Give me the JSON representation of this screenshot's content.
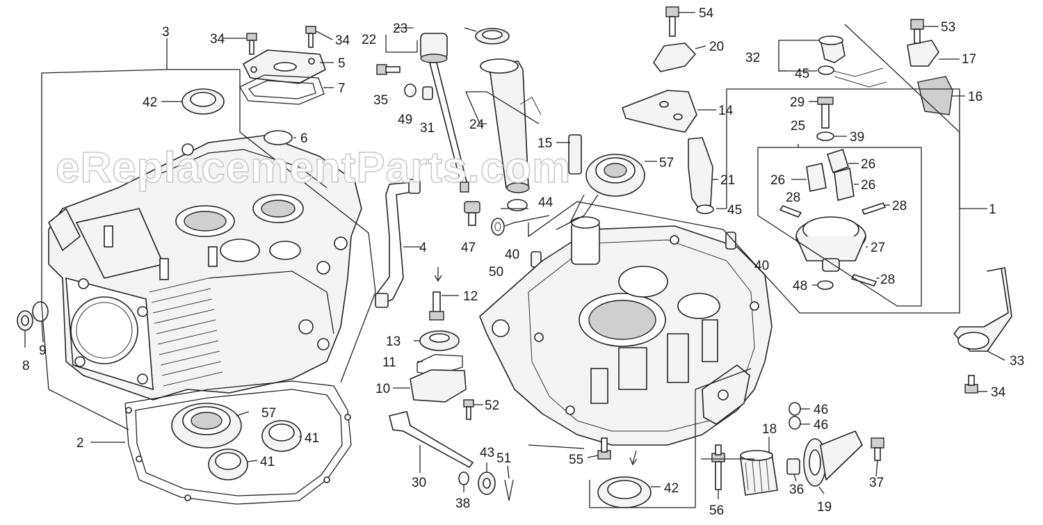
{
  "watermark": "eReplacementParts.com",
  "callouts": {
    "c1": "1",
    "c2": "2",
    "c3": "3",
    "c4": "4",
    "c5": "5",
    "c6": "6",
    "c7": "7",
    "c8": "8",
    "c9": "9",
    "c10": "10",
    "c11": "11",
    "c12": "12",
    "c13": "13",
    "c14": "14",
    "c15": "15",
    "c16": "16",
    "c17": "17",
    "c18": "18",
    "c19": "19",
    "c20": "20",
    "c21": "21",
    "c22": "22",
    "c23": "23",
    "c24": "24",
    "c25": "25",
    "c26a": "26",
    "c26b": "26",
    "c26c": "26",
    "c27": "27",
    "c28a": "28",
    "c28b": "28",
    "c28c": "28",
    "c29": "29",
    "c30": "30",
    "c31": "31",
    "c32": "32",
    "c33": "33",
    "c34a": "34",
    "c34b": "34",
    "c34c": "34",
    "c35": "35",
    "c36": "36",
    "c37": "37",
    "c38": "38",
    "c39": "39",
    "c40a": "40",
    "c40b": "40",
    "c41a": "41",
    "c41b": "41",
    "c42a": "42",
    "c42b": "42",
    "c43": "43",
    "c44": "44",
    "c45a": "45",
    "c45b": "45",
    "c46a": "46",
    "c46b": "46",
    "c47": "47",
    "c48": "48",
    "c49": "49",
    "c50": "50",
    "c51": "51",
    "c52": "52",
    "c53": "53",
    "c54": "54",
    "c55": "55",
    "c56": "56",
    "c57a": "57",
    "c57b": "57"
  }
}
